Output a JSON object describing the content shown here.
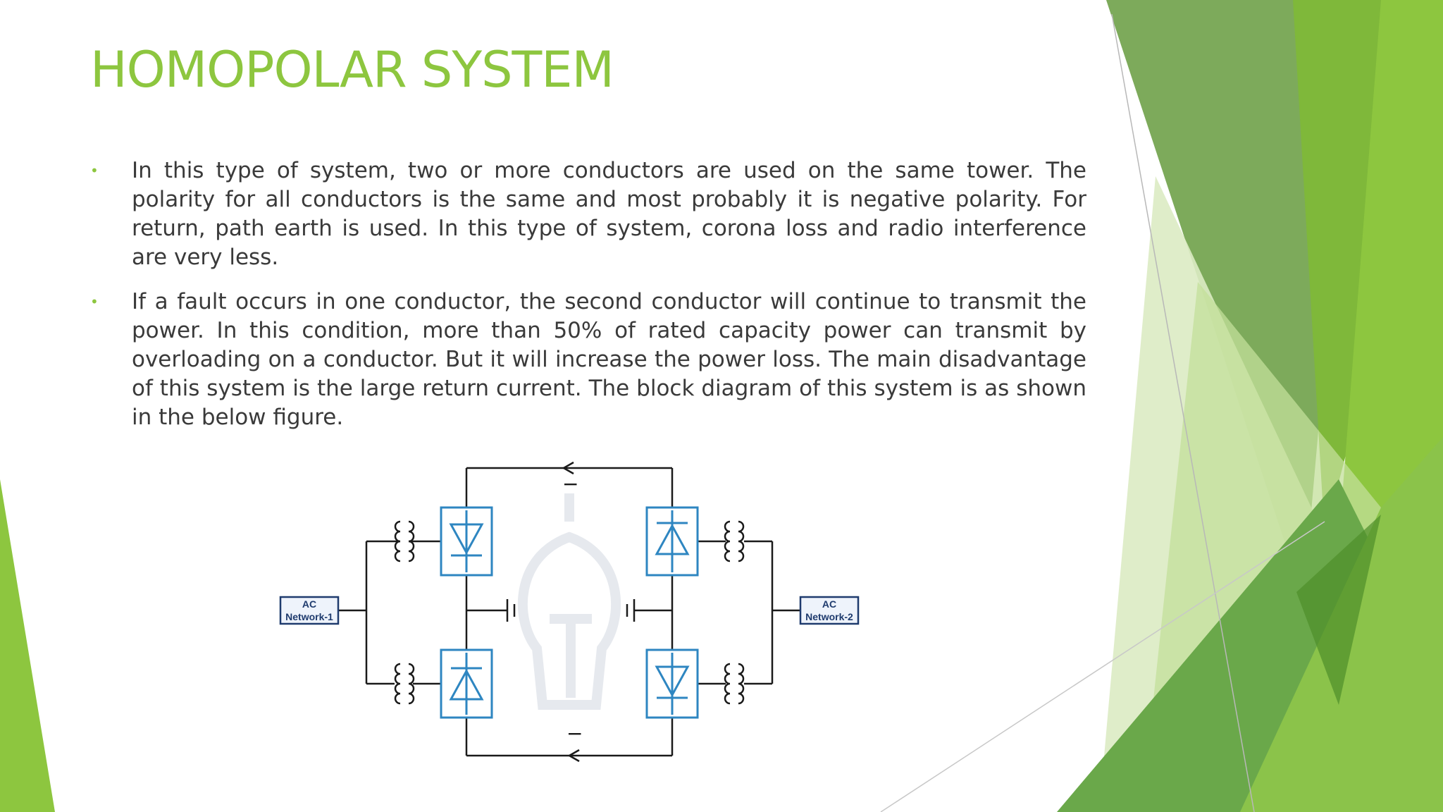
{
  "slide": {
    "title": "HOMOPOLAR SYSTEM",
    "bullets": [
      {
        "marker": "•",
        "text": "In this type of system, two or more conductors are used on the same tower. The polarity for all conductors is the same and most probably it is negative polarity. For return, path earth is used. In this type of system, corona loss and radio interference are very less."
      },
      {
        "marker": "•",
        "text": "If a fault occurs in one conductor, the second conductor will continue to transmit the power. In this condition, more than 50% of rated capacity power can transmit by overloading on a conductor. But it will increase the power loss. The main disadvantage of this system is the large return current. The block diagram of this system is as shown in the below figure."
      }
    ]
  },
  "diagram": {
    "left_box": [
      "AC",
      "Network-1"
    ],
    "right_box": [
      "AC",
      "Network-2"
    ],
    "top_polarity": "−",
    "bottom_polarity": "−"
  },
  "colors": {
    "accent": "#8dc63f",
    "dark_green": "#5f9a3c",
    "light_green": "#dcebc3",
    "text": "#3a3a3a",
    "valve_blue": "#2e86c1"
  }
}
